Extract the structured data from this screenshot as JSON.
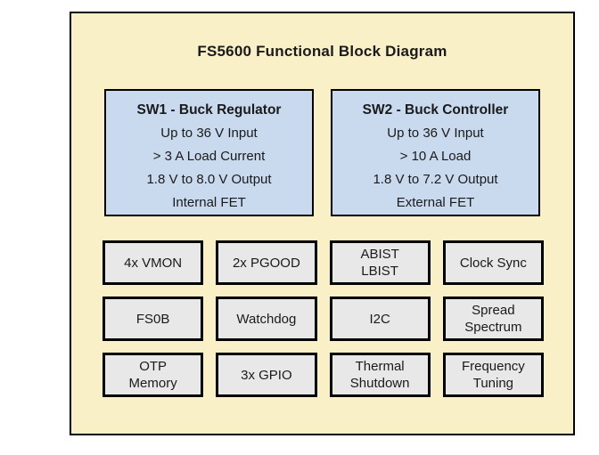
{
  "diagram": {
    "title": "FS5600 Functional Block Diagram",
    "colors": {
      "frame_fill": "#FAF0C8",
      "block_blue": "#C9DAEF",
      "block_gray": "#E8E8E8",
      "border": "#000000"
    },
    "sw1": {
      "title": "SW1 - Buck Regulator",
      "lines": [
        "Up to 36 V Input",
        "> 3 A Load Current",
        "1.8 V to 8.0 V Output",
        "Internal FET"
      ]
    },
    "sw2": {
      "title": "SW2 - Buck Controller",
      "lines": [
        "Up to 36 V Input",
        "> 10 A Load",
        "1.8 V to 7.2 V Output",
        "External FET"
      ]
    },
    "features": [
      {
        "label": "4x VMON"
      },
      {
        "label": "2x PGOOD"
      },
      {
        "label": "ABIST\nLBIST"
      },
      {
        "label": "Clock Sync"
      },
      {
        "label": "FS0B"
      },
      {
        "label": "Watchdog"
      },
      {
        "label": "I2C"
      },
      {
        "label": "Spread\nSpectrum"
      },
      {
        "label": "OTP\nMemory"
      },
      {
        "label": "3x GPIO"
      },
      {
        "label": "Thermal\nShutdown"
      },
      {
        "label": "Frequency\nTuning"
      }
    ]
  }
}
